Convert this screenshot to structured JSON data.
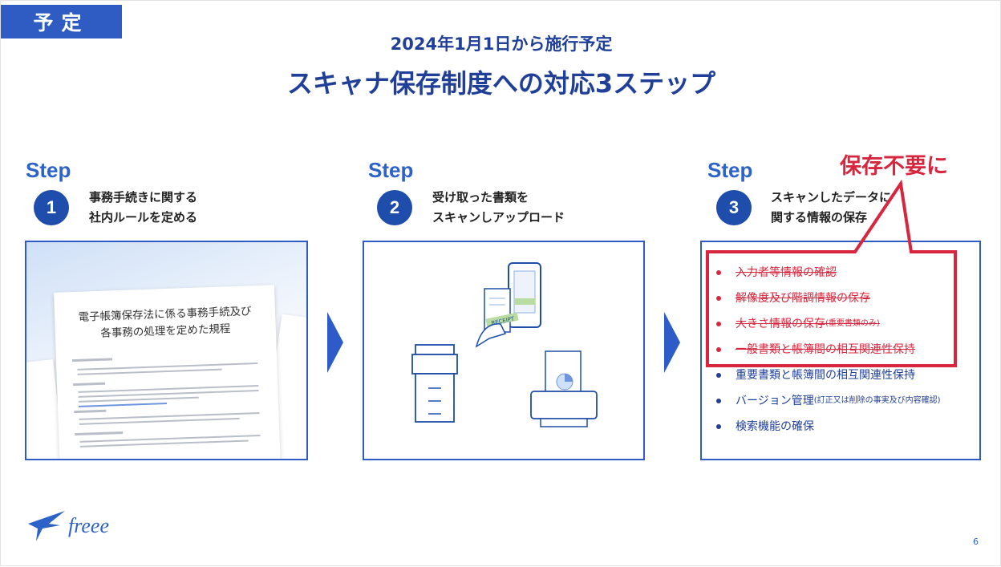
{
  "tag": "予定",
  "subtitle": "2024年1月1日から施行予定",
  "title": "スキャナ保存制度への対応3ステップ",
  "steps": [
    {
      "word": "Step",
      "number": "1",
      "line1": "事務手続きに関する",
      "line2": "社内ルールを定める"
    },
    {
      "word": "Step",
      "number": "2",
      "line1": "受け取った書類を",
      "line2": "スキャンしアップロード"
    },
    {
      "word": "Step",
      "number": "3",
      "line1": "スキャンしたデータに",
      "line2": "関する情報の保存"
    }
  ],
  "document": {
    "title_line1": "電子帳簿保存法に係る事務手続及び",
    "title_line2": "各事務の処理を定めた規程"
  },
  "illustration": {
    "receipt_label": "RECEIPT"
  },
  "callout": {
    "label": "保存不要に"
  },
  "requirements": [
    {
      "text": "入力者等情報の確認",
      "note": "",
      "struck": true
    },
    {
      "text": "解像度及び階調情報の保存",
      "note": "",
      "struck": true
    },
    {
      "text": "大きさ情報の保存",
      "note": "(重要書類のみ)",
      "struck": true
    },
    {
      "text": "一般書類と帳簿間の相互関連性保持",
      "note": "",
      "struck": true
    },
    {
      "text": "重要書類と帳簿間の相互関連性保持",
      "note": "",
      "struck": false
    },
    {
      "text": "バージョン管理",
      "note": "(訂正又は削除の事実及び内容確認)",
      "struck": false
    },
    {
      "text": "検索機能の確保",
      "note": "",
      "struck": false
    }
  ],
  "logo": "freee",
  "page_number": "6",
  "colors": {
    "brand_blue": "#2d5cc8",
    "dark_blue": "#1f3f99",
    "alert_red": "#d7263d"
  }
}
